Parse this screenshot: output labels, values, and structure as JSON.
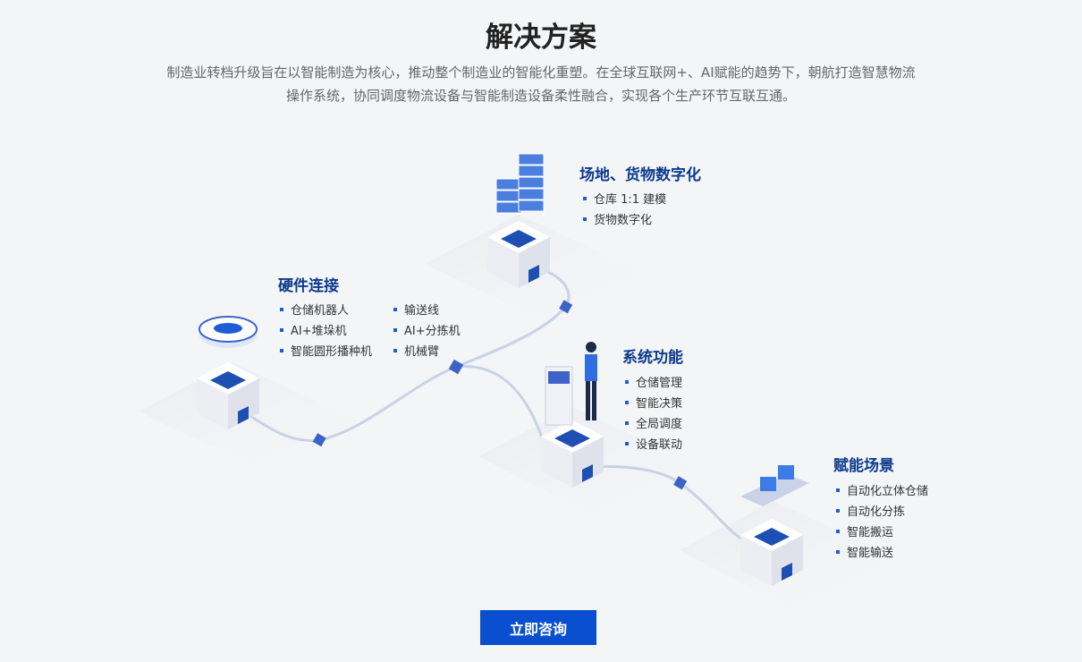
{
  "header": {
    "title": "解决方案",
    "description_line1": "制造业转档升级旨在以智能制造为核心，推动整个制造业的智能化重塑。在全球互联网+、AI赋能的趋势下，朝航打造智慧物流",
    "description_line2": "操作系统，协同调度物流设备与智能制造设备柔性融合，实现各个生产环节互联互通。"
  },
  "sections": {
    "digitize": {
      "title": "场地、货物数字化",
      "items": [
        "仓库 1:1 建模",
        "货物数字化"
      ]
    },
    "hardware": {
      "title": "硬件连接",
      "col1": [
        "仓储机器人",
        "AI+堆垛机",
        "智能圆形播种机"
      ],
      "col2": [
        "输送线",
        "AI+分拣机",
        "机械臂"
      ]
    },
    "system": {
      "title": "系统功能",
      "items": [
        "仓储管理",
        "智能决策",
        "全局调度",
        "设备联动"
      ]
    },
    "empower": {
      "title": "赋能场景",
      "items": [
        "自动化立体仓储",
        "自动化分拣",
        "智能搬运",
        "智能输送"
      ]
    }
  },
  "cta": {
    "label": "立即咨询"
  },
  "colors": {
    "accent": "#0a4fcf",
    "heading": "#0d3a8c"
  }
}
